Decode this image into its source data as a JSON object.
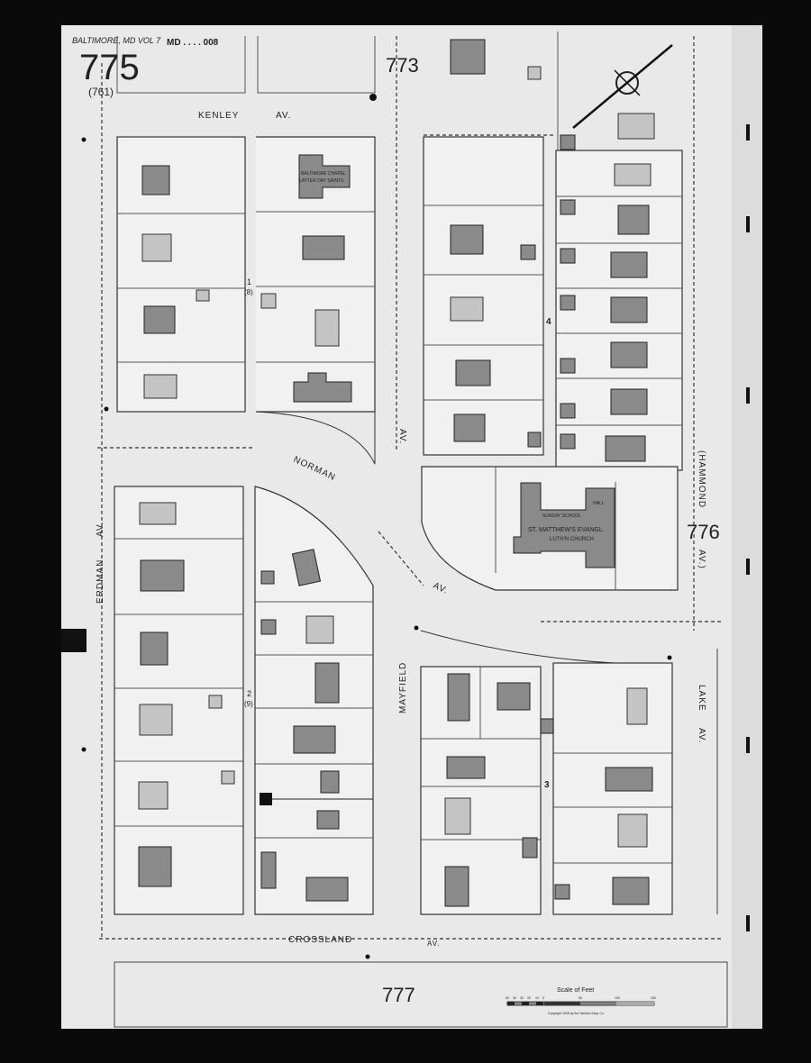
{
  "header": {
    "atlas": "BALTIMORE, MD VOL 7",
    "code": "MD . . . . 008",
    "sheet_number": "775",
    "old_sheet_number": "(761)"
  },
  "adjacent_sheets": {
    "north": "773",
    "east": "776",
    "south": "777"
  },
  "streets": {
    "kenley": "KENLEY",
    "kenley_av": "AV.",
    "norman": "NORMAN",
    "norman_av": "AV.",
    "erdman": "ERDMAN",
    "erdman_av": "AV.",
    "av_upper": "AV.",
    "mayfield": "MAYFIELD",
    "hammond": "(HAMMOND",
    "hammond_av": "AV.)",
    "lake": "LAKE",
    "lake_av": "AV.",
    "crossland": "CROSSLAND",
    "crossland_av": "AV."
  },
  "landmarks": {
    "chapel": [
      "BALTIMORE CHAPEL",
      "LATTER DAY SAINTS"
    ],
    "church": [
      "SUNDAY SCHOOL",
      "ST. MATTHEW'S EVANGL.",
      "LUTH'N CHURCH",
      "HALL"
    ]
  },
  "block_numbers": {
    "b1": "1",
    "b1_old": "(8)",
    "b2": "2",
    "b2_old": "(9)",
    "b3": "3",
    "b4": "4"
  },
  "scale": {
    "title": "Scale of Feet",
    "ticks": [
      "50",
      "40",
      "30",
      "20",
      "10",
      "0",
      "50",
      "100",
      "150"
    ],
    "copyright": "Copyright 1928 by the Sanborn Map Co."
  },
  "colors": {
    "paper": "#e9e9e9",
    "building": "#8a8a8a",
    "frame": "#0a0a0a"
  }
}
